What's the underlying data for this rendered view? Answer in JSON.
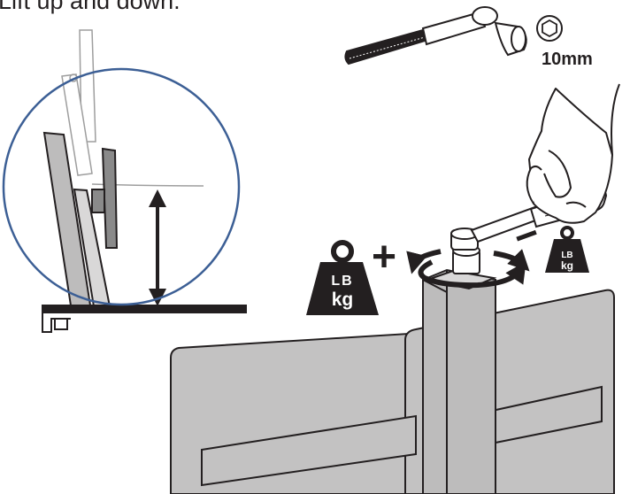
{
  "caption": "Lift up and down.",
  "socket_size": "10mm",
  "weight_icons": {
    "large": {
      "top": "LB",
      "bottom": "kg"
    },
    "small": {
      "top": "LB",
      "bottom": "kg"
    }
  },
  "tension_signs": {
    "increase": "+",
    "decrease": "−"
  },
  "colors": {
    "line": "#231f20",
    "zoom_circle": "#3c5f95",
    "stand_fill": "#bdbcbc",
    "panel_fill": "#c3c2c2",
    "faded_line": "#9e9e9e"
  },
  "icons": [
    "ratchet-wrench-icon",
    "hex-socket-icon",
    "weight-icon",
    "hand-icon",
    "rotation-arrow-icon",
    "height-arrow-icon"
  ]
}
